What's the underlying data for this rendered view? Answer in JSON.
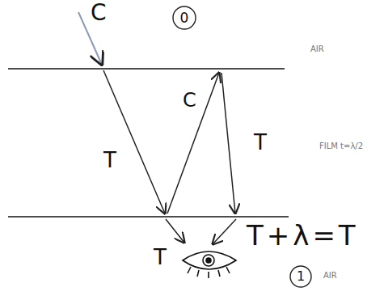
{
  "diagram": {
    "labels": [
      "C",
      "0",
      "AIR",
      "T",
      "C",
      "T",
      "FILM t=λ/2",
      "T",
      "T+λ=T",
      "1",
      "AIR"
    ]
  }
}
